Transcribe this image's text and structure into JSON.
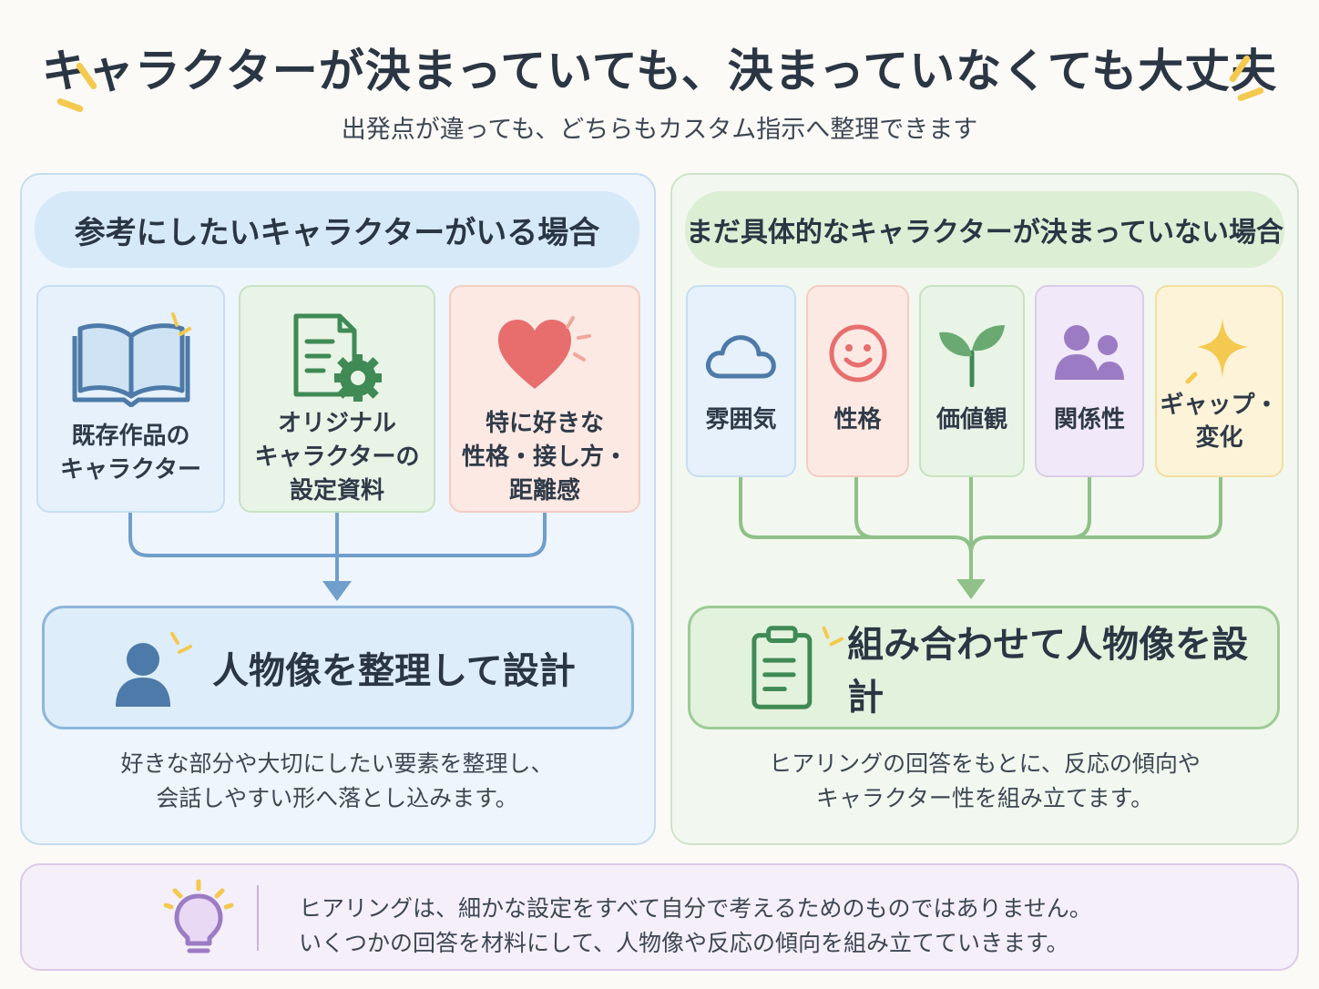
{
  "title": "キャラクターが決まっていても、決まっていなくても大丈夫",
  "subtitle": "出発点が違っても、どちらもカスタム指示へ整理できます",
  "left": {
    "heading": "参考にしたいキャラクターがいる場合",
    "cards": [
      {
        "label": "既存作品の\nキャラクター",
        "icon": "open-book-icon"
      },
      {
        "label": "オリジナル\nキャラクターの\n設定資料",
        "icon": "document-gear-icon"
      },
      {
        "label": "特に好きな\n性格・接し方・\n距離感",
        "icon": "heart-icon"
      }
    ],
    "result": "人物像を整理して設計",
    "result_icon": "person-icon",
    "description": [
      "好きな部分や大切にしたい要素を整理し、",
      "会話しやすい形へ落とし込みます。"
    ]
  },
  "right": {
    "heading": "まだ具体的なキャラクターが決まっていない場合",
    "cards": [
      {
        "label": "雰囲気",
        "icon": "cloud-icon"
      },
      {
        "label": "性格",
        "icon": "smile-icon"
      },
      {
        "label": "価値観",
        "icon": "sprout-icon"
      },
      {
        "label": "関係性",
        "icon": "people-icon"
      },
      {
        "label": "ギャップ・\n変化",
        "icon": "sparkle-icon"
      }
    ],
    "result": "組み合わせて人物像を設計",
    "result_icon": "clipboard-icon",
    "description": [
      "ヒアリングの回答をもとに、反応の傾向や",
      "キャラクター性を組み立てます。"
    ]
  },
  "note": {
    "icon": "lightbulb-icon",
    "lines": [
      "ヒアリングは、細かな設定をすべて自分で考えるためのものではありません。",
      "いくつかの回答を材料にして、人物像や反応の傾向を組み立てていきます。"
    ]
  },
  "colors": {
    "left_accent": "#6f9fca",
    "right_accent": "#8fc189",
    "heart": "#e86e6e",
    "doc_green": "#3f8a55",
    "purple": "#9b7cc4",
    "gold": "#f3c94f"
  }
}
